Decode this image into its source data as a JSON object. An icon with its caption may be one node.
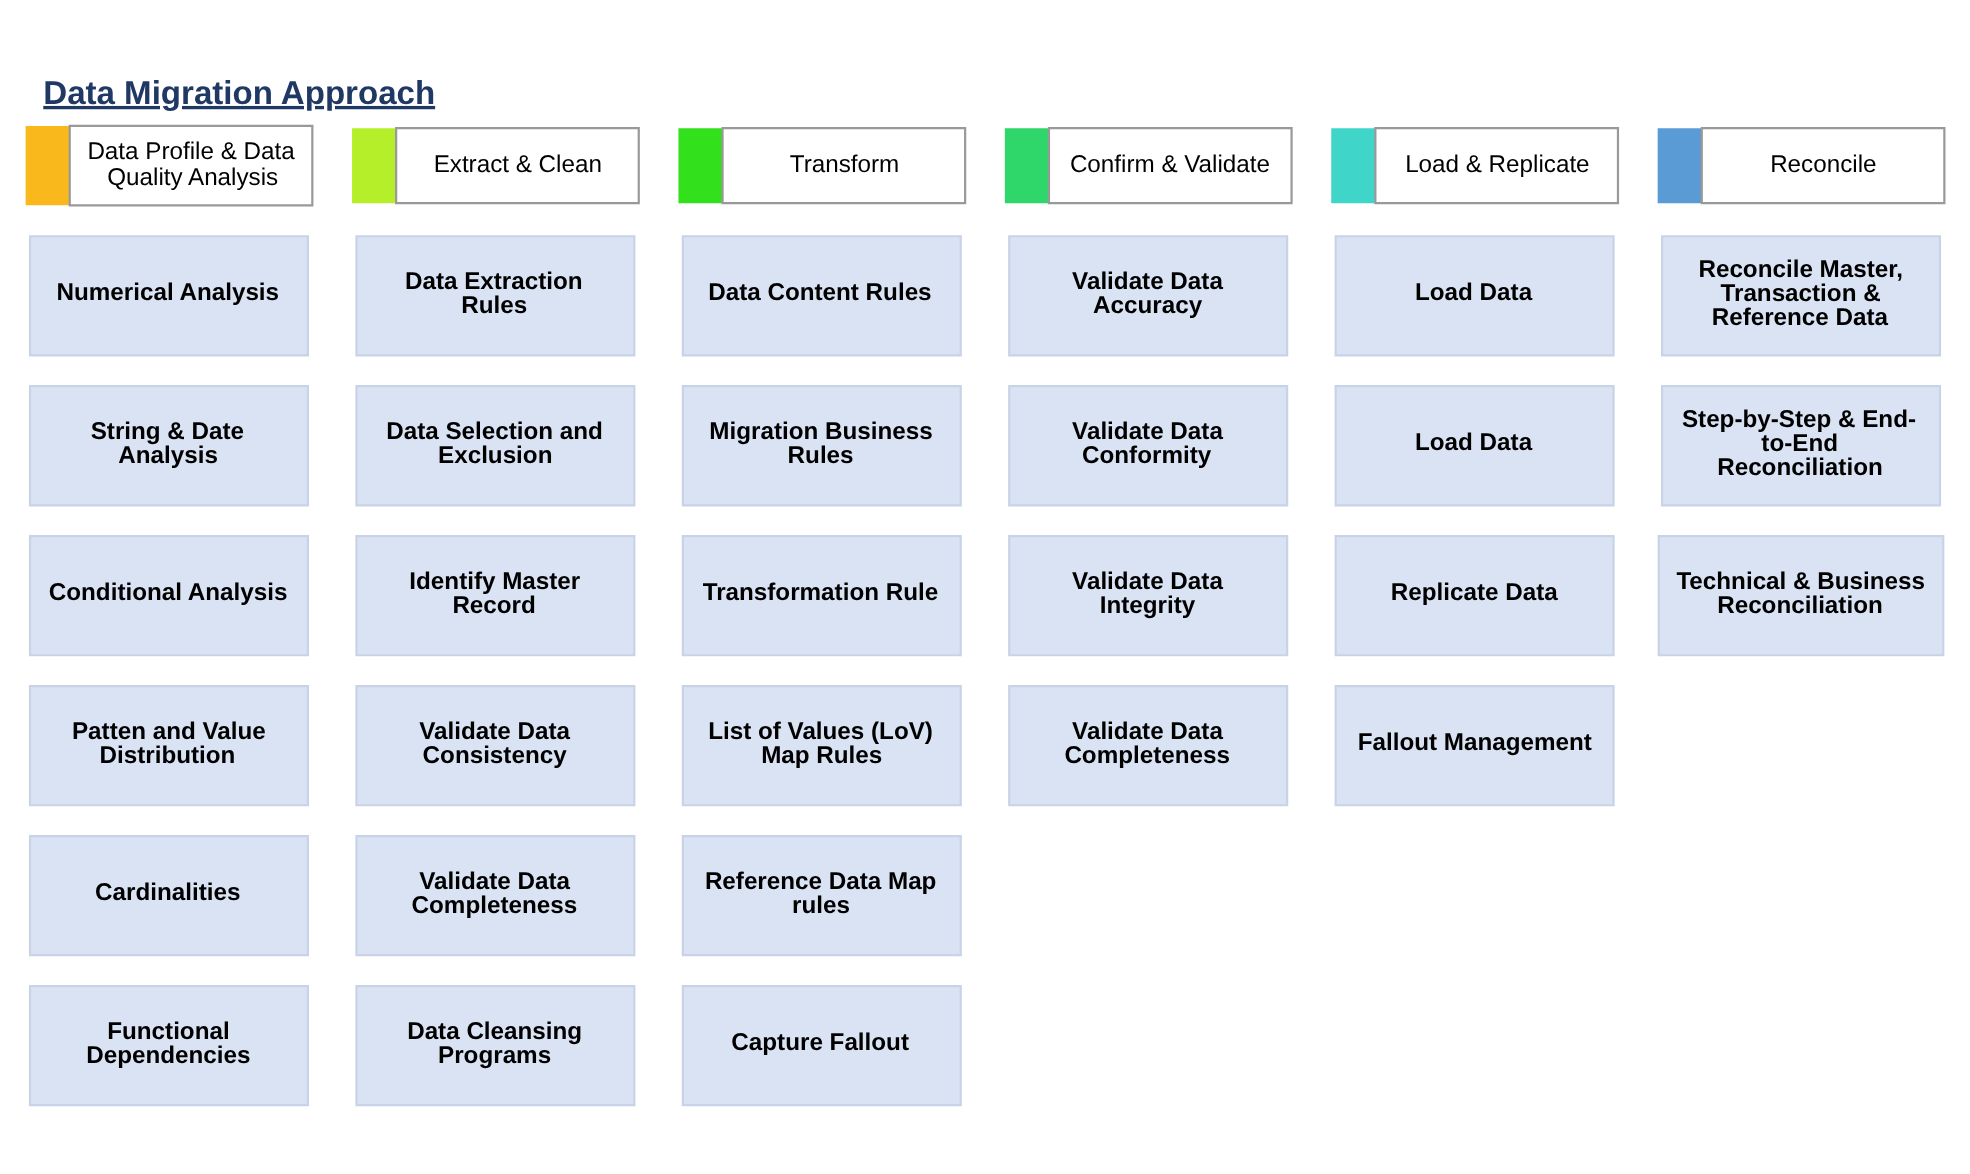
{
  "diagram": {
    "title": "Data Migration Approach",
    "nodes": [
      {
        "text": [
          "Data Profile & Data Quality Analysis"
        ]
      },
      {
        "text": [
          "Numerical Analysis"
        ]
      },
      {
        "text": [
          "String & Date Analysis"
        ]
      },
      {
        "text": [
          "Conditional Analysis"
        ]
      },
      {
        "text": [
          "Patten and Value Distribution"
        ]
      },
      {
        "text": [
          "Cardinalities"
        ]
      },
      {
        "text": [
          "Functional Dependencies"
        ]
      },
      {
        "text": [
          "Extract & Clean"
        ]
      },
      {
        "text": [
          "Data Extraction Rules"
        ]
      },
      {
        "text": [
          "Data Selection and Exclusion"
        ]
      },
      {
        "text": [
          "Identify Master Record"
        ]
      },
      {
        "text": [
          "Validate Data Consistency"
        ]
      },
      {
        "text": [
          "Validate Data Completeness"
        ]
      },
      {
        "text": [
          "Data Cleansing Programs"
        ]
      },
      {
        "text": [
          "Transform"
        ]
      },
      {
        "text": [
          "Data Content Rules"
        ]
      },
      {
        "text": [
          "Migration Business Rules"
        ]
      },
      {
        "text": [
          "Transformation Rule"
        ]
      },
      {
        "text": [
          "List of Values (LoV) Map Rules"
        ]
      },
      {
        "text": [
          "Reference Data Map rules"
        ]
      },
      {
        "text": [
          "Capture Fallout"
        ]
      },
      {
        "text": [
          "Confirm & Validate"
        ]
      },
      {
        "text": [
          "Validate Data Accuracy"
        ]
      },
      {
        "text": [
          "Validate Data Conformity"
        ]
      },
      {
        "text": [
          "Validate Data Integrity"
        ]
      },
      {
        "text": [
          "Validate Data Completeness"
        ]
      },
      {
        "text": [
          "Load & Replicate"
        ]
      },
      {
        "text": [
          "Load Data"
        ]
      },
      {
        "text": [
          "Load Data"
        ]
      },
      {
        "text": [
          "Replicate Data"
        ]
      },
      {
        "text": [
          "Fallout Management"
        ]
      },
      {
        "text": [
          "Reconcile"
        ]
      },
      {
        "text": [
          "Reconcile Master, Transaction & Reference Data"
        ]
      },
      {
        "text": [
          "Step-by-Step & End-to-End Reconciliation"
        ]
      },
      {
        "text": [
          "Technical & Business Reconciliation"
        ]
      }
    ],
    "edges": []
  }
}
